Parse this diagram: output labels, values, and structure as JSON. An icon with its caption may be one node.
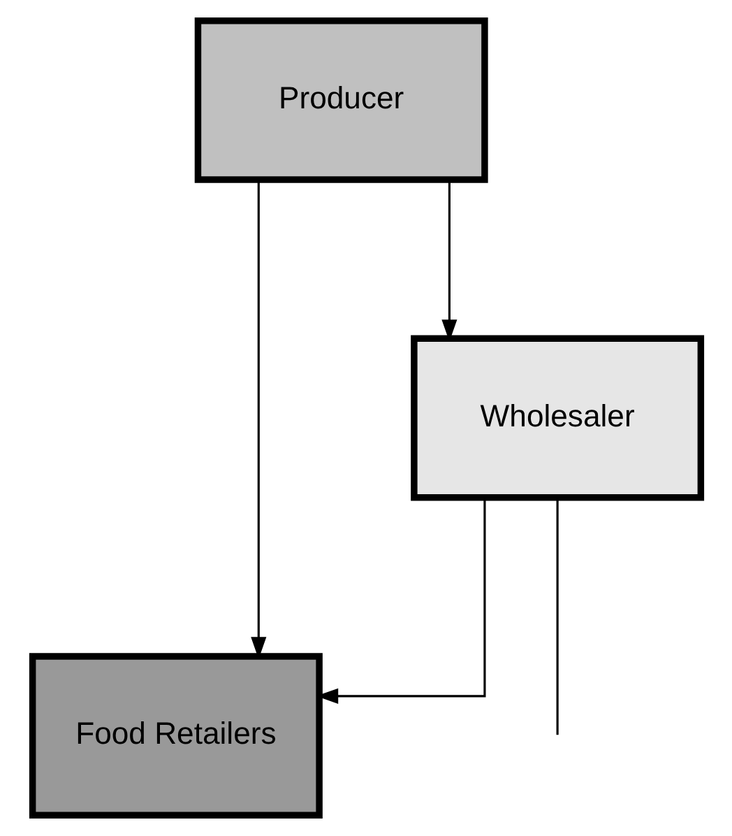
{
  "diagram": {
    "nodes": [
      {
        "text": [
          "Producer"
        ]
      },
      {
        "text": [
          "Wholesaler"
        ]
      },
      {
        "text": [
          "Food Retailers"
        ]
      }
    ],
    "edges": [
      {
        "from": 0,
        "to": 1,
        "arrow": "to"
      },
      {
        "from": 0,
        "to": 2,
        "arrow": "to"
      },
      {
        "from": 1,
        "to": 2,
        "arrow": "to"
      },
      {
        "from": 1,
        "to": null,
        "arrow": "none"
      }
    ]
  }
}
